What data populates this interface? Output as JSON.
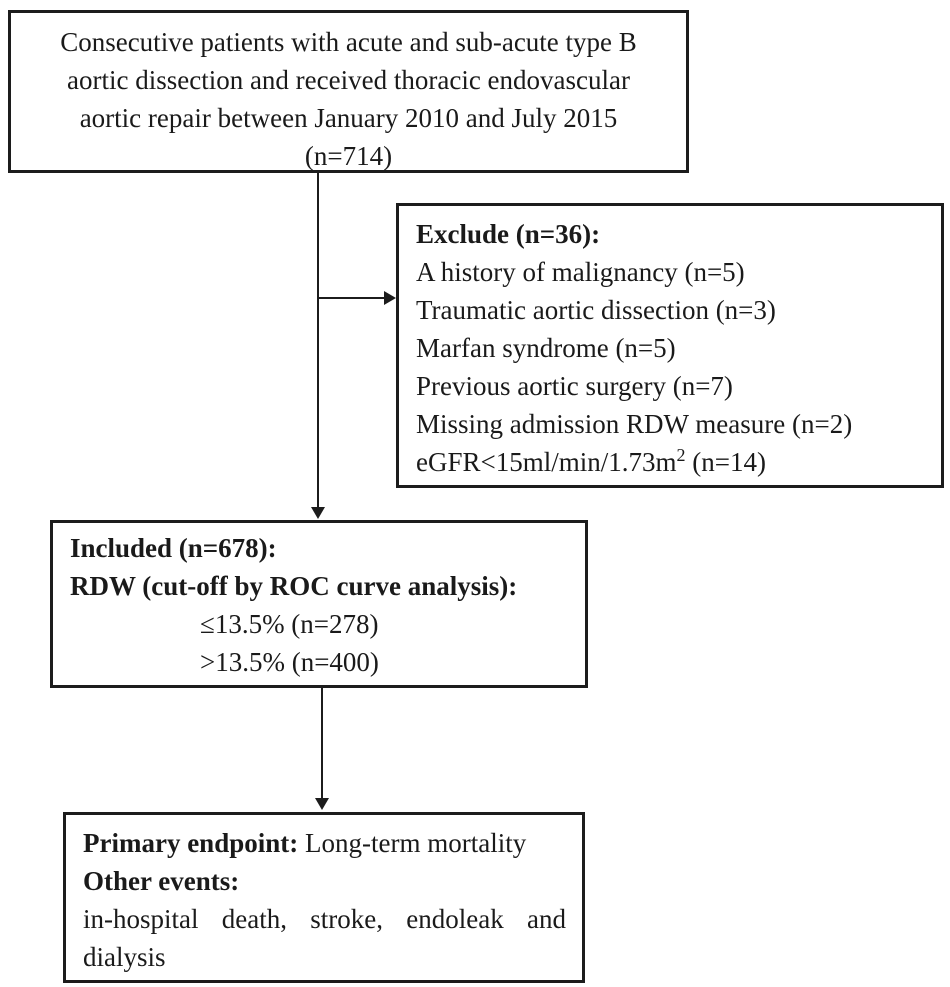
{
  "colors": {
    "background": "#ffffff",
    "border": "#1c1c1c",
    "text": "#1a1a1a"
  },
  "boxes": {
    "patients": {
      "lines": [
        "Consecutive patients with acute and sub-acute type B",
        "aortic dissection and received thoracic endovascular",
        "aortic repair between January 2010 and July 2015",
        "(n=714)"
      ]
    },
    "exclude": {
      "title": "Exclude (n=36):",
      "items": [
        "A history of malignancy (n=5)",
        "Traumatic aortic dissection (n=3)",
        "Marfan syndrome (n=5)",
        "Previous aortic surgery (n=7)",
        "Missing admission RDW measure (n=2)"
      ],
      "egfr_item": {
        "prefix": "eGFR<15ml/min/1.73m",
        "sup": "2",
        "suffix": " (n=14)"
      }
    },
    "included": {
      "title": "Included (n=678):",
      "subtitle": "RDW (cut-off by ROC curve analysis):",
      "items": [
        "≤13.5% (n=278)",
        ">13.5% (n=400)"
      ]
    },
    "endpoint": {
      "primary_label": "Primary endpoint:",
      "primary_value": "Long-term mortality",
      "other_label": "Other events:",
      "other_value": "in-hospital death, stroke, endoleak and dialysis"
    }
  }
}
